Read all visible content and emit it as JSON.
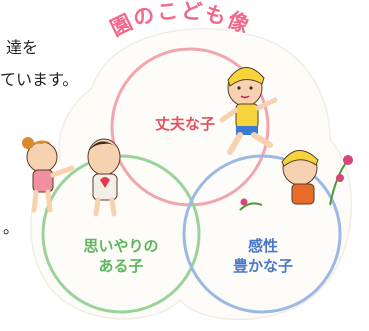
{
  "badge": {
    "title": "園のこども像"
  },
  "circles": {
    "top": {
      "label": "丈夫な子",
      "color": "#e0525f"
    },
    "left": {
      "line1": "思いやりの",
      "line2": "ある子",
      "color": "#5db55d"
    },
    "right": {
      "line1": "感性",
      "line2": "豊かな子",
      "color": "#4a78c9"
    }
  },
  "text_fragments": {
    "line1": "達を",
    "line2": "ています。",
    "line3": "。"
  },
  "colors": {
    "badge_text": "#f1688a",
    "background": "#ffffff"
  }
}
